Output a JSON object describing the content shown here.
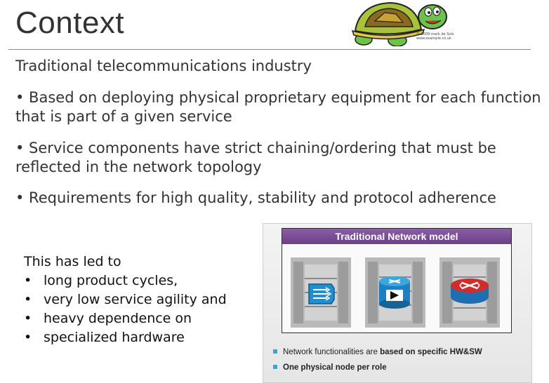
{
  "slide": {
    "title": "Context",
    "copyright": "© 2009 mark de Sols",
    "copyright_sub": "www.example.co.uk",
    "lines": [
      "Traditional telecommunications industry",
      "• Based on deploying physical proprietary equipment for each function",
      "that is part of a given service",
      "• Service components have strict chaining/ordering that must be",
      "reflected in the network topology",
      "• Requirements for high quality, stability and protocol adherence"
    ],
    "led_to": {
      "intro": "This has led to",
      "items": [
        "long product cycles,",
        "very low service agility and",
        "heavy dependence on",
        "specialized hardware"
      ]
    }
  },
  "figure": {
    "title": "Traditional Network model",
    "icons": [
      "load-balancer-icon",
      "firewall-router-icon",
      "router-icon"
    ],
    "bullet1_prefix": "Network functionalities are ",
    "bullet1_bold": "based on specific HW&SW",
    "bullet2": "One physical node per role",
    "colors": {
      "title_bar": "#6c3f8a",
      "bullet_square": "#3aa6c9",
      "device_blue": "#1f7fc0",
      "router_red": "#d22b2b"
    }
  }
}
